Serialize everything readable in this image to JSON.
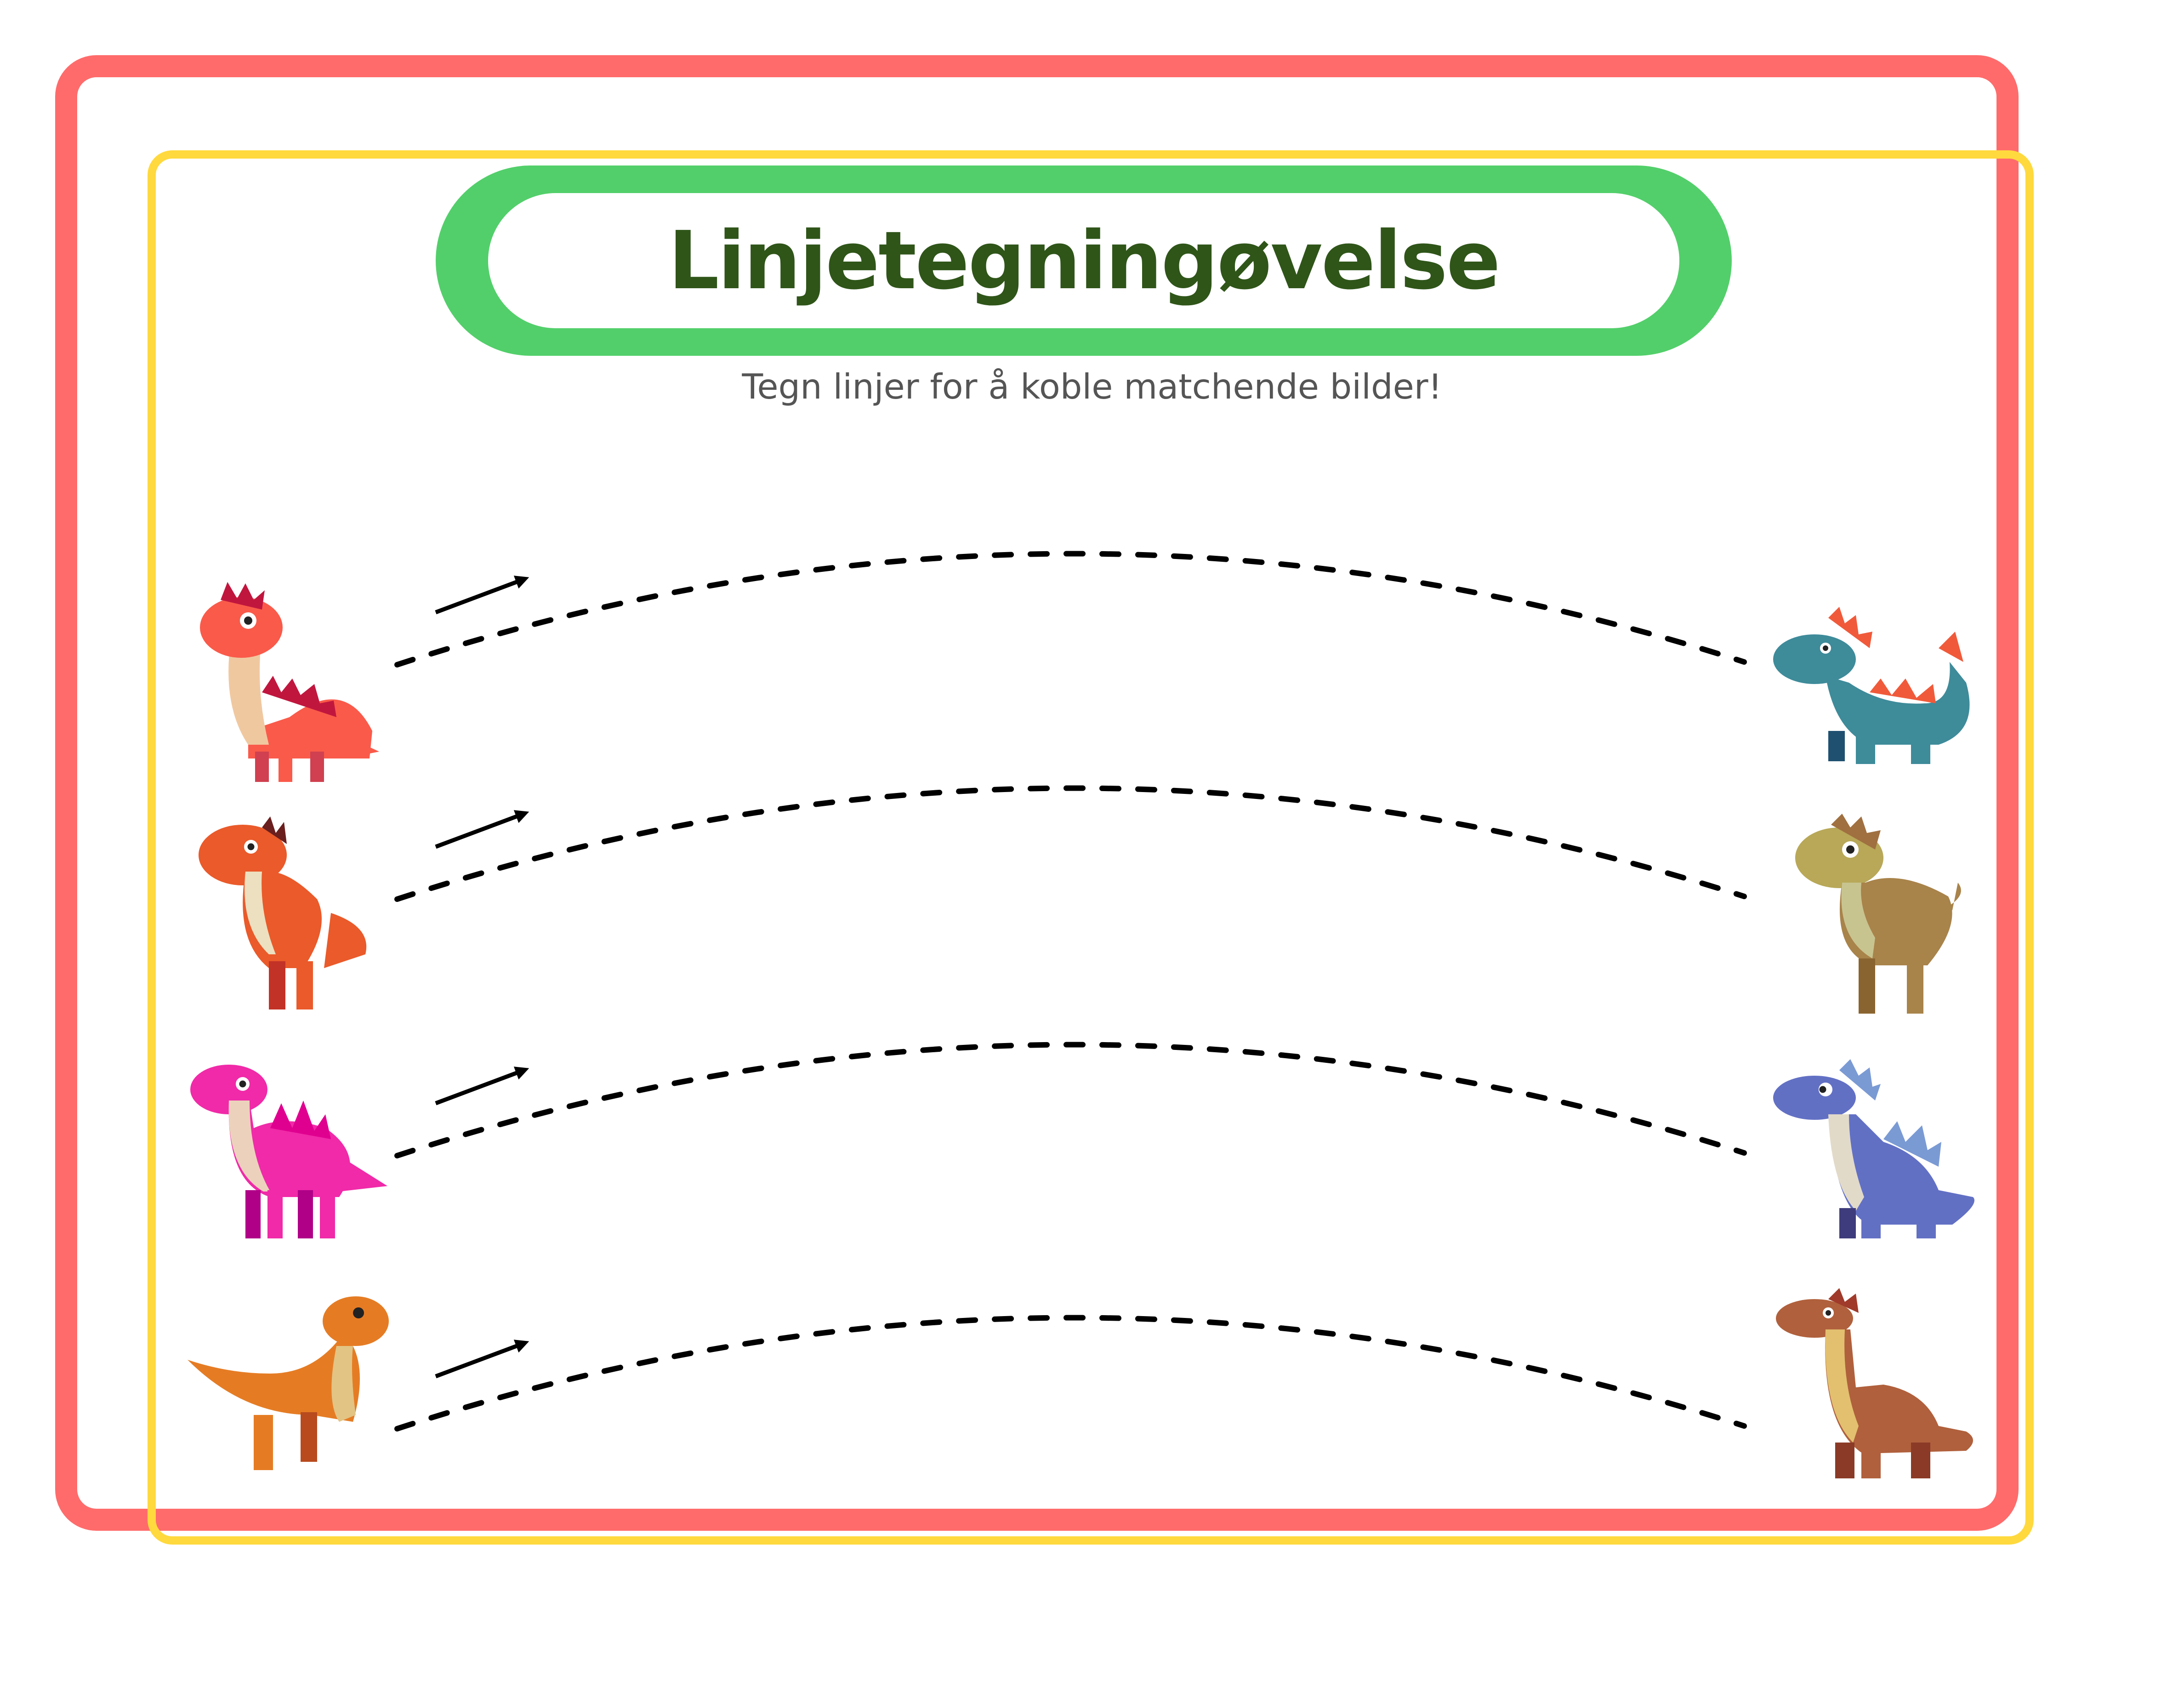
{
  "worksheet": {
    "title": "Linjetegningøvelse",
    "subtitle": "Tegn linjer for å koble matchende bilder!",
    "colors": {
      "outer_border": "#ff6b6b",
      "inner_border": "#ffd93d",
      "title_pill": "#52cf6a",
      "title_text": "#2f5519",
      "subtitle_text": "#555555",
      "line": "#000000"
    }
  },
  "left_column": [
    {
      "name": "red-long-neck-dinosaur",
      "color": "#fa5a4a"
    },
    {
      "name": "orange-standing-dinosaur",
      "color": "#ea5a2a"
    },
    {
      "name": "pink-stegosaurus-dinosaur",
      "color": "#f02aa8"
    },
    {
      "name": "orange-raptor-dinosaur",
      "color": "#e57c24"
    }
  ],
  "right_column": [
    {
      "name": "teal-dinosaur-orange-spikes",
      "color": "#3e8b9a"
    },
    {
      "name": "olive-brown-dinosaur",
      "color": "#a8834a"
    },
    {
      "name": "blue-purple-dinosaur",
      "color": "#6270c4"
    },
    {
      "name": "brown-long-neck-dinosaur",
      "color": "#b0603c"
    }
  ],
  "rows": 4
}
